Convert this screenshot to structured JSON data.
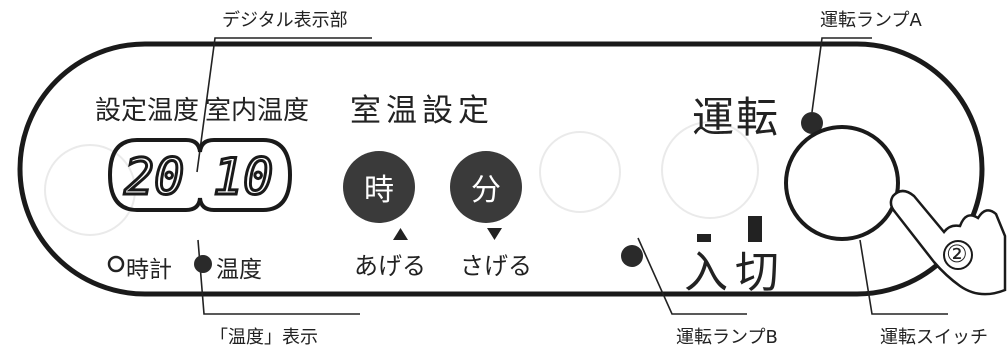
{
  "callouts": {
    "digital_display": "デジタル表示部",
    "lamp_a": "運転ランプA",
    "temp_display": "「温度」表示",
    "lamp_b": "運転ランプB",
    "run_switch": "運転スイッチ"
  },
  "panel": {
    "set_temp_label": "設定温度",
    "room_temp_label": "室内温度",
    "title": "室温設定",
    "run_label": "運転",
    "display_set_value": "20",
    "display_room_value": "10",
    "legend_clock": "時計",
    "legend_temp": "温度",
    "hour_button": "時",
    "minute_button": "分",
    "up_label": "あげる",
    "down_label": "さげる",
    "on_label": "入",
    "off_label": "切",
    "step_number": "②"
  }
}
